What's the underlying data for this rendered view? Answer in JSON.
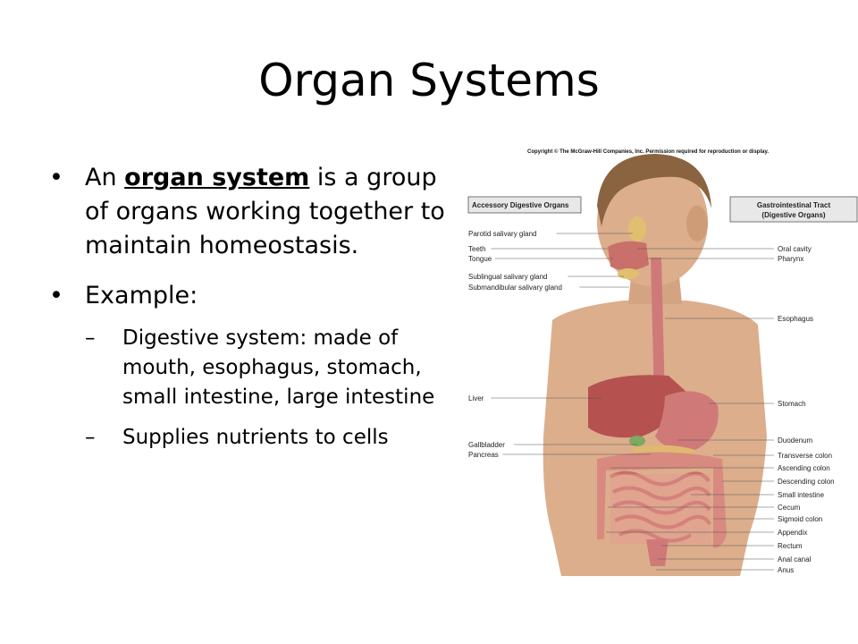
{
  "slide": {
    "title": "Organ Systems",
    "bullet1": {
      "pre": "An ",
      "keyword": "organ system",
      "post": " is a group of organs working together to maintain homeostasis."
    },
    "bullet2": {
      "text": "Example:"
    },
    "sub1": {
      "text": "Digestive system: made of mouth, esophagus, stomach, small intestine, large intestine"
    },
    "sub2": {
      "text": "Supplies nutrients to cells"
    }
  },
  "figure": {
    "copyright": "Copyright © The McGraw-Hill Companies, Inc. Permission required for reproduction or display.",
    "left_box": "Accessory Digestive Organs",
    "right_box_line1": "Gastrointestinal Tract",
    "right_box_line2": "(Digestive Organs)",
    "left_labels": [
      "Parotid salivary gland",
      "Teeth",
      "Tongue",
      "Sublingual salivary gland",
      "Submandibular salivary gland",
      "Liver",
      "Gallbladder",
      "Pancreas"
    ],
    "right_labels": [
      "Oral cavity",
      "Pharynx",
      "Esophagus",
      "Stomach",
      "Duodenum",
      "Transverse colon",
      "Ascending colon",
      "Descending colon",
      "Small intestine",
      "Cecum",
      "Sigmoid colon",
      "Appendix",
      "Rectum",
      "Anal canal",
      "Anus"
    ],
    "colors": {
      "skin": "#dcae8c",
      "hair": "#8a6440",
      "liver": "#b5524f",
      "stomach": "#cf7a78",
      "intestine": "#dd8a84"
    }
  }
}
